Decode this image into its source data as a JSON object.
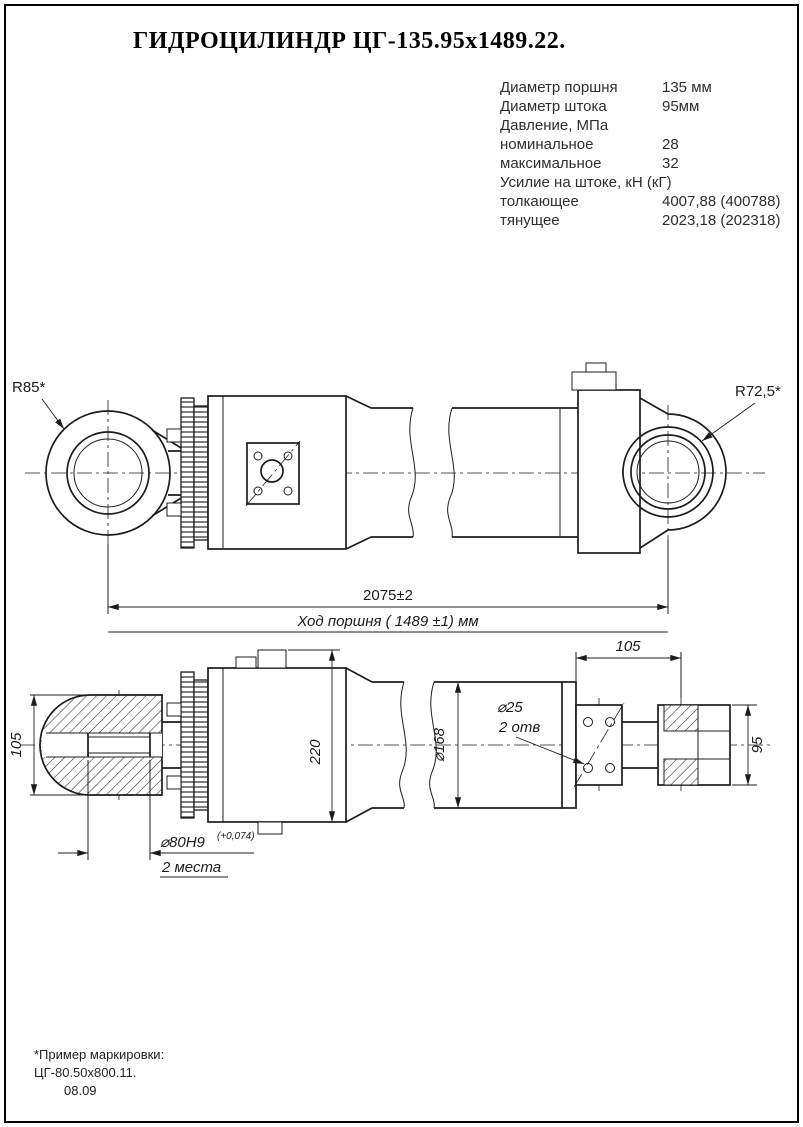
{
  "title": "ГИДРОЦИЛИНДР ЦГ-135.95х1489.22.",
  "specs": {
    "rows": [
      {
        "label": "Диаметр поршня",
        "value": "135 мм"
      },
      {
        "label": "Диаметр штока",
        "value": "95мм"
      },
      {
        "label": "Давление, МПа",
        "value": ""
      },
      {
        "label": "номинальное",
        "value": "28"
      },
      {
        "label": "максимальное",
        "value": "32"
      },
      {
        "label": "Усилие на штоке, кН (кГ)",
        "value": ""
      },
      {
        "label": "толкающее",
        "value": "4007,88 (400788)"
      },
      {
        "label": "тянущее",
        "value": "2023,18 (202318)"
      }
    ]
  },
  "annotations": {
    "radius_left": "R85*",
    "radius_right": "R72,5*",
    "overall_length": "2075±2",
    "stroke_label": "Ход поршня ( 1489 ±1) мм",
    "dim_105_left": "105",
    "dim_105_top": "105",
    "dim_95_right": "95",
    "dim_220": "220",
    "dim_d168": "⌀168",
    "dim_d25": "⌀25",
    "dim_2otv": "2 отв",
    "dim_d80": "⌀80Н9",
    "dim_d80_tol": "(+0,074)",
    "dim_2mesta": "2 места"
  },
  "footnote": {
    "line1": "*Пример маркировки:",
    "line2": "ЦГ-80.50х800.11.",
    "line3": "08.09"
  }
}
